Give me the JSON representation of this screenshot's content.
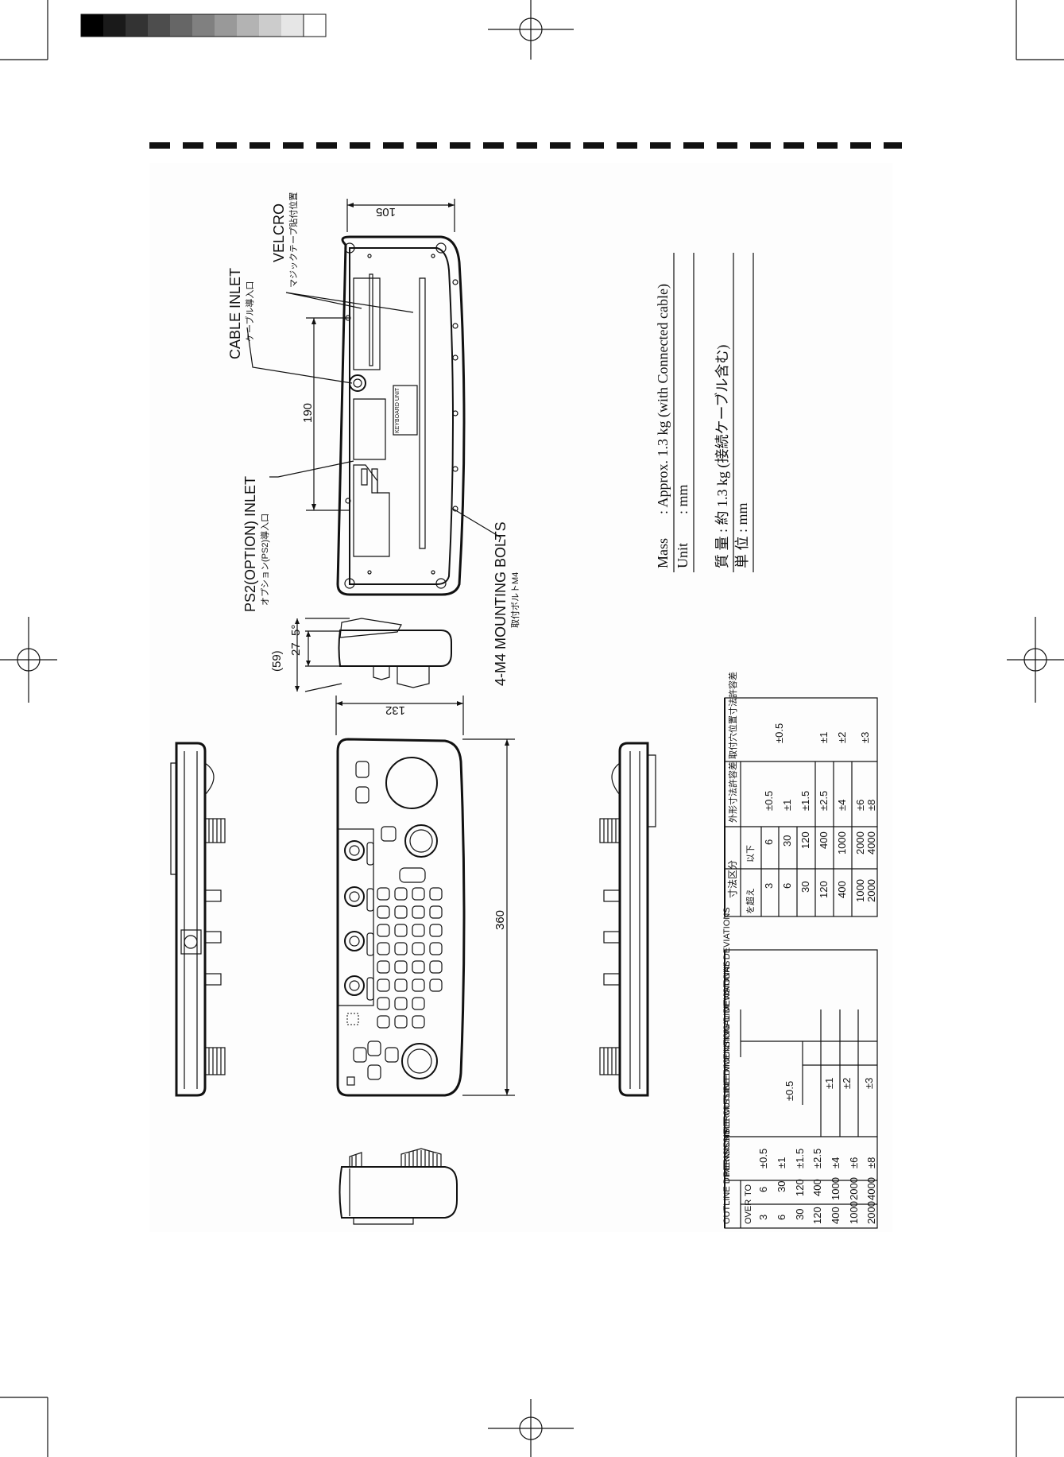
{
  "callouts": {
    "velcro": "VELCRO",
    "velcro_jp": "マジックテープ貼付位置",
    "cable_inlet": "CABLE INLET",
    "cable_inlet_jp": "ケーブル導入口",
    "ps2_inlet": "PS2(OPTION) INLET",
    "ps2_inlet_jp": "オプション(PS2)導入口",
    "mounting_bolts": "4-M4 MOUNTING BOLTS",
    "mounting_bolts_jp": "取付ボルトM4"
  },
  "dimensions": {
    "d105": "105",
    "d190": "190",
    "d132": "132",
    "d360": "360",
    "d59": "(59)",
    "d27": "27",
    "d5deg": "5°"
  },
  "specs": {
    "mass_label": "Mass",
    "mass_value": ": Approx. 1.3 kg (with Connected cable)",
    "unit_label": "Unit",
    "unit_value": ": mm",
    "mass_label_jp": "質 量",
    "mass_value_jp": ": 約 1.3 kg (接続ケーブル含む)",
    "unit_label_jp": "単 位",
    "unit_value_jp": ": mm"
  },
  "tolerance_en": {
    "h_outline": "OUTLINE DIMENSIONS",
    "h_over": "OVER",
    "h_to": "TO",
    "h_outline_dev": "PERMISSIBLE OUTLINE DIMENSIONAL DEVIATIONS",
    "h_mount_dev": "PERMISSIBLE MOUNTING DIMENSIONAL DEVIATIONS",
    "rows": [
      {
        "over": "3",
        "to": "6",
        "dev": "±0.5"
      },
      {
        "over": "6",
        "to": "30",
        "dev": "±1"
      },
      {
        "over": "30",
        "to": "120",
        "dev": "±1.5"
      },
      {
        "over": "120",
        "to": "400",
        "dev": "±2.5"
      },
      {
        "over": "400",
        "to": "1000",
        "dev": "±4"
      },
      {
        "over": "1000",
        "to": "2000",
        "dev": "±6"
      },
      {
        "over": "2000",
        "to": "4000",
        "dev": "±8"
      }
    ],
    "mount": [
      "±0.5",
      "±1",
      "±2",
      "±3"
    ]
  },
  "tolerance_jp": {
    "h_outline": "寸法区分",
    "h_over": "を超え",
    "h_to": "以下",
    "h_outline_dev": "外形寸法許容差",
    "h_mount_dev": "取付穴位置寸法許容差",
    "rows": [
      {
        "over": "3",
        "to": "6",
        "dev": "±0.5"
      },
      {
        "over": "6",
        "to": "30",
        "dev": "±1"
      },
      {
        "over": "30",
        "to": "120",
        "dev": "±1.5"
      },
      {
        "over": "120",
        "to": "400",
        "dev": "±2.5"
      },
      {
        "over": "400",
        "to": "1000",
        "dev": "±4"
      },
      {
        "over": "1000",
        "to": "2000",
        "dev": "±6"
      },
      {
        "over": "2000",
        "to": "4000",
        "dev": "±8"
      }
    ],
    "mount": [
      "±0.5",
      "±1",
      "±2",
      "±3"
    ]
  },
  "device": {
    "label_plate": "KEYBOARD UNIT"
  },
  "colors": {
    "ink": "#111111",
    "paper": "#ffffff"
  }
}
